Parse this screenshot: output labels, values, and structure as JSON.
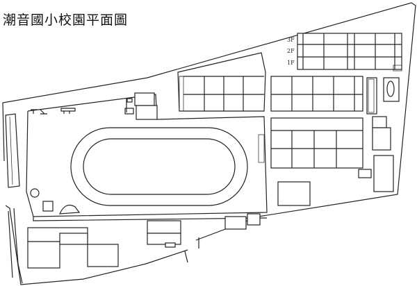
{
  "title": "潮音國小校園平面圖",
  "floor_labels": [
    "3F",
    "2F",
    "1F"
  ],
  "colors": {
    "line": "#222222",
    "background": "#ffffff"
  }
}
